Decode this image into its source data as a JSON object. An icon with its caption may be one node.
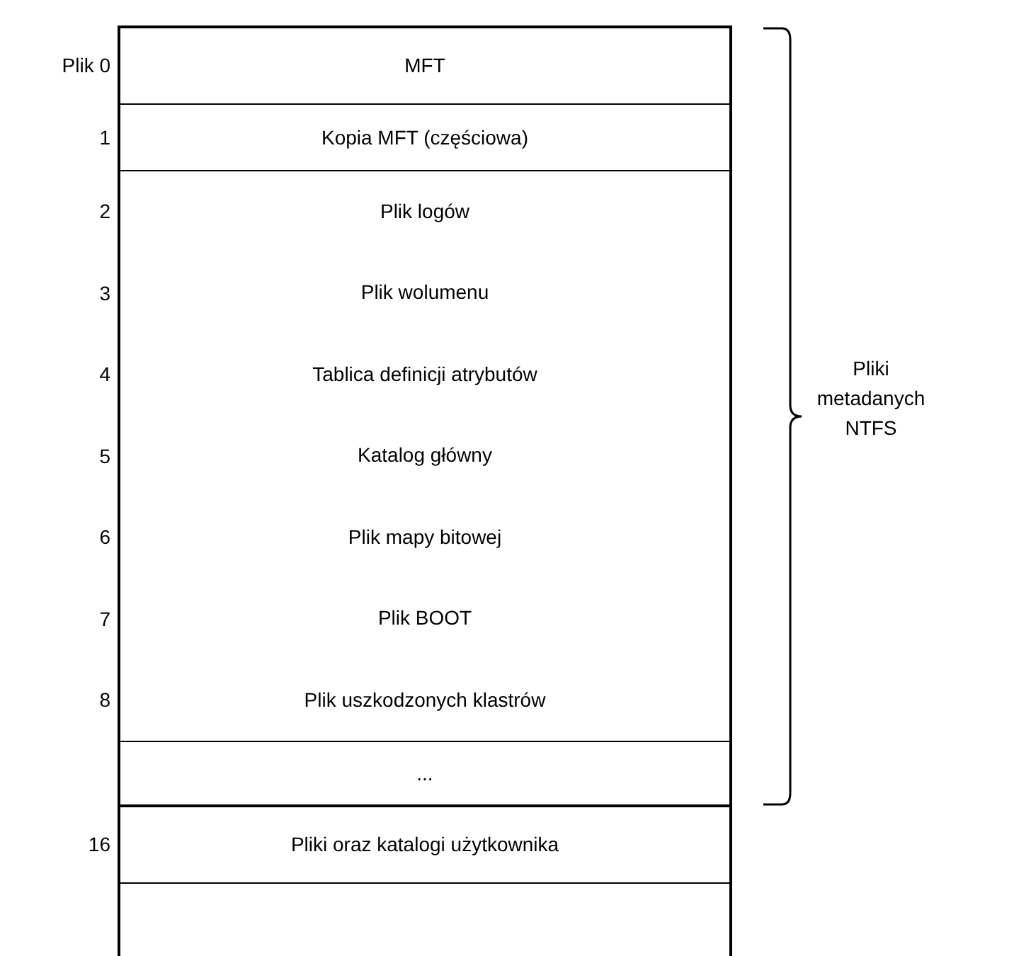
{
  "diagram": {
    "nodes": [
      {
        "text": [
          "MFT"
        ],
        "beside": [
          "Plik 0"
        ]
      },
      {
        "text": [
          "Kopia MFT (częściowa)"
        ],
        "beside": [
          "1"
        ]
      },
      {
        "text": [
          "Plik logów"
        ],
        "beside": [
          "2"
        ]
      },
      {
        "text": [
          "Plik wolumenu"
        ],
        "beside": [
          "3"
        ]
      },
      {
        "text": [
          "Tablica definicji atrybutów"
        ],
        "beside": [
          "4"
        ]
      },
      {
        "text": [
          "Katalog główny"
        ],
        "beside": [
          "5"
        ]
      },
      {
        "text": [
          "Plik mapy bitowej"
        ],
        "beside": [
          "6"
        ]
      },
      {
        "text": [
          "Plik BOOT"
        ],
        "beside": [
          "7"
        ]
      },
      {
        "text": [
          "Plik uszkodzonych klastrów"
        ],
        "beside": [
          "8"
        ]
      },
      {
        "text": [
          "..."
        ]
      },
      {
        "text": [
          "Pliki oraz katalogi użytkownika"
        ],
        "beside": [
          "16"
        ]
      },
      {
        "text": [],
        "shape": "box"
      }
    ],
    "labels": [
      "Pliki metadanych NTFS"
    ]
  }
}
